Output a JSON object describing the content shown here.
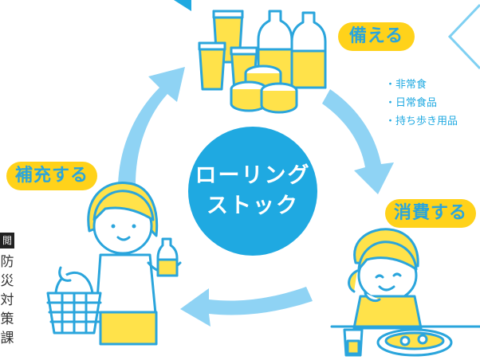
{
  "labels": {
    "prepare": "備える",
    "consume": "消費する",
    "replenish": "補充する",
    "center_line1": "ローリング",
    "center_line2": "ストック"
  },
  "items": [
    "非常食",
    "日常食品",
    "持ち歩き用品"
  ],
  "side_text": {
    "box_char": "閲",
    "chars": [
      "防",
      "災",
      "対",
      "策",
      "課"
    ]
  },
  "colors": {
    "accent_blue": "#1fa9e1",
    "arrow_blue": "#8fd3f4",
    "label_yellow": "#ffd21a"
  }
}
